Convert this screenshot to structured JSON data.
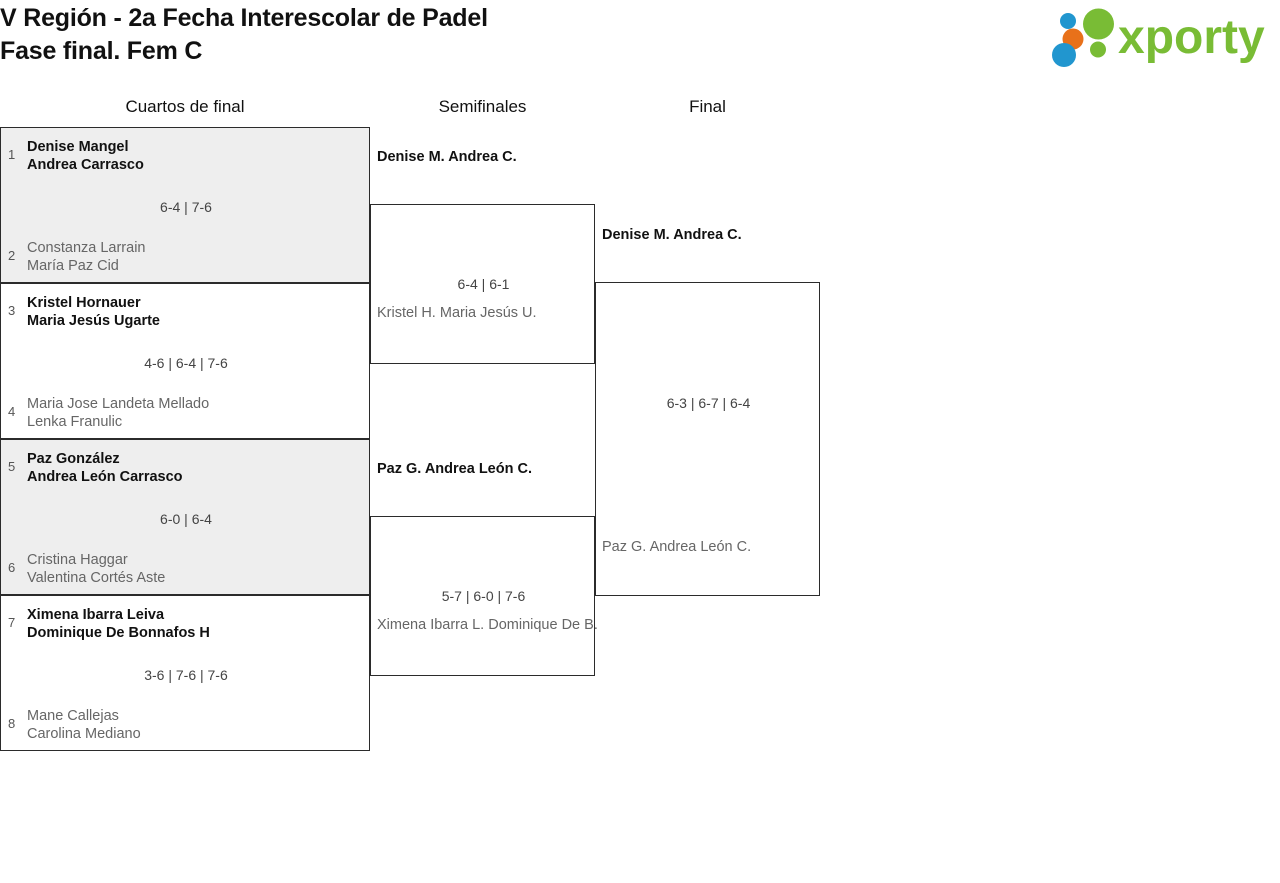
{
  "header": {
    "title": "V Región - 2a Fecha Interescolar de Padel\nFase final. Fem C",
    "logo_text": "xporty",
    "logo_colors": {
      "blue": "#2196cf",
      "orange": "#e8711a",
      "green": "#79bc35"
    }
  },
  "rounds": [
    {
      "label": "Cuartos de final"
    },
    {
      "label": "Semifinales"
    },
    {
      "label": "Final"
    }
  ],
  "quarterfinals": [
    {
      "seed_top": "1",
      "top_line1": "Denise Mangel",
      "top_line2": "Andrea Carrasco",
      "seed_bottom": "2",
      "bottom_line1": "Constanza Larrain",
      "bottom_line2": "María Paz Cid",
      "score": "6-4 | 7-6",
      "winner": "top"
    },
    {
      "seed_top": "3",
      "top_line1": "Kristel Hornauer",
      "top_line2": "Maria Jesús Ugarte",
      "seed_bottom": "4",
      "bottom_line1": "Maria Jose Landeta Mellado",
      "bottom_line2": "Lenka Franulic",
      "score": "4-6 | 6-4 | 7-6",
      "winner": "top"
    },
    {
      "seed_top": "5",
      "top_line1": "Paz González",
      "top_line2": "Andrea León Carrasco",
      "seed_bottom": "6",
      "bottom_line1": "Cristina Haggar",
      "bottom_line2": "Valentina Cortés Aste",
      "score": "6-0 | 6-4",
      "winner": "top"
    },
    {
      "seed_top": "7",
      "top_line1": "Ximena Ibarra Leiva",
      "top_line2": "Dominique De Bonnafos H",
      "seed_bottom": "8",
      "bottom_line1": "Mane Callejas",
      "bottom_line2": "Carolina Mediano",
      "score": "3-6 | 7-6 | 7-6",
      "winner": "top"
    }
  ],
  "semifinals": [
    {
      "top_line1": "Denise M.",
      "top_line2": "Andrea C.",
      "bottom_line1": "Kristel H.",
      "bottom_line2": "Maria Jesús U.",
      "score": "6-4 | 6-1",
      "winner": "top"
    },
    {
      "top_line1": "Paz G.",
      "top_line2": "Andrea León C.",
      "bottom_line1": "Ximena Ibarra L.",
      "bottom_line2": "Dominique De B.",
      "score": "5-7 | 6-0 | 7-6",
      "winner": "top"
    }
  ],
  "final": {
    "top_line1": "Denise M.",
    "top_line2": "Andrea C.",
    "bottom_line1": "Paz G.",
    "bottom_line2": "Andrea León C.",
    "score": "6-3 | 6-7 | 6-4",
    "winner": "top"
  }
}
